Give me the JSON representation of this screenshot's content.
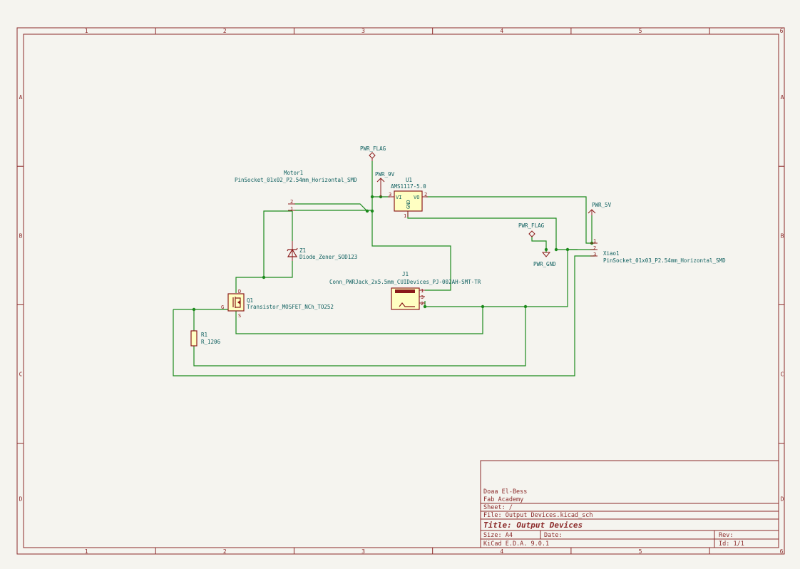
{
  "sheet": {
    "columns": [
      "1",
      "2",
      "3",
      "4",
      "5",
      "6"
    ],
    "rows": [
      "A",
      "B",
      "C",
      "D"
    ]
  },
  "power": {
    "flag_top": "PWR_FLAG",
    "v9": "PWR_9V",
    "v5": "PWR_5V",
    "flag_right": "PWR_FLAG",
    "gnd": "PWR_GND"
  },
  "components": {
    "motor": {
      "ref": "Motor1",
      "value": "PinSocket_01x02_P2.54mm_Horizontal_SMD",
      "pins": [
        "2",
        "1"
      ]
    },
    "u1": {
      "ref": "U1",
      "value": "AMS1117-5.0",
      "pin_vi": "VI",
      "pin_vo": "VO",
      "pin_gnd": "GND",
      "pins": [
        "3",
        "2",
        "1"
      ]
    },
    "z1": {
      "ref": "Z1",
      "value": "Diode_Zener_SOD123"
    },
    "j1": {
      "ref": "J1",
      "value": "Conn_PWRJack_2x5.5mm_CUIDevices_PJ-002AH-SMT-TR",
      "pins": [
        "1",
        "3",
        "2"
      ]
    },
    "q1": {
      "ref": "Q1",
      "value": "Transistor_MOSFET_NCh_TO252",
      "pins": [
        "D",
        "G",
        "S"
      ]
    },
    "r1": {
      "ref": "R1",
      "value": "R_1206"
    },
    "xiao": {
      "ref": "Xiao1",
      "value": "PinSocket_01x03_P2.54mm_Horizontal_SMD",
      "pins": [
        "1",
        "2",
        "3"
      ]
    }
  },
  "title_block": {
    "company": "Doaa El-Bess",
    "comment": "Fab Academy",
    "sheet": "Sheet: /",
    "file": "File: Output Devices.kicad_sch",
    "title": "Title: Output Devices",
    "size": "Size: A4",
    "date": "Date:",
    "rev": "Rev:",
    "tool": "KiCad E.D.A. 9.0.1",
    "id": "Id: 1/1"
  },
  "colors": {
    "frame": "#8b2a2a",
    "wire": "#1c8a1c",
    "symbol": "#8b1a1a",
    "text": "#0e5f5f",
    "symbol_fill": "#ffffc2",
    "background": "#f5f4ef"
  }
}
